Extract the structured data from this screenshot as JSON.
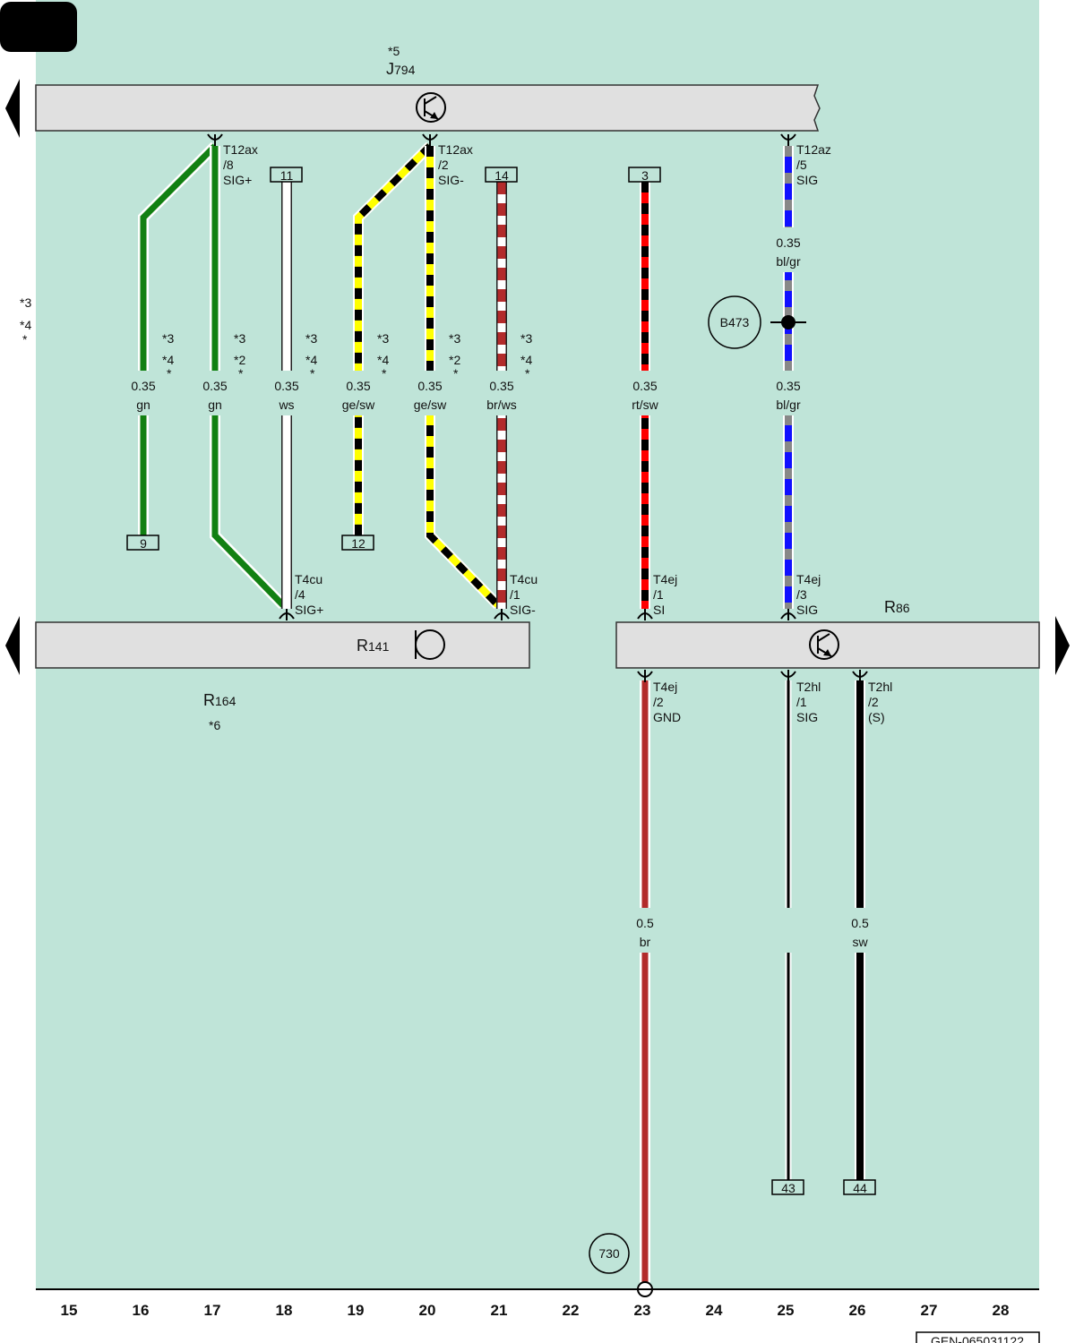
{
  "components": {
    "j794": {
      "note": "*5",
      "name": "J",
      "sub": "794"
    },
    "r141": {
      "name": "R",
      "sub": "141"
    },
    "r164": {
      "name": "R",
      "sub": "164",
      "note": "*6"
    },
    "r86": {
      "name": "R",
      "sub": "86"
    }
  },
  "left_notes": [
    "*3",
    "*4",
    "*"
  ],
  "pins": {
    "p16": {
      "conn": "T12ax",
      "pin": "/8",
      "sig": "SIG+"
    },
    "p20": {
      "conn": "T12ax",
      "pin": "/2",
      "sig": "SIG-"
    },
    "p26top": {
      "conn": "T12az",
      "pin": "/5",
      "sig": "SIG"
    },
    "r141a": {
      "conn": "T4cu",
      "pin": "/4",
      "sig": "SIG+"
    },
    "r141b": {
      "conn": "T4cu",
      "pin": "/1",
      "sig": "SIG-"
    },
    "r86a": {
      "conn": "T4ej",
      "pin": "/1",
      "sig": "SI"
    },
    "r86b": {
      "conn": "T4ej",
      "pin": "/3",
      "sig": "SIG"
    },
    "r86gnd": {
      "conn": "T4ej",
      "pin": "/2",
      "sig": "GND"
    },
    "t2a": {
      "conn": "T2hl",
      "pin": "/1",
      "sig": "SIG"
    },
    "t2b": {
      "conn": "T2hl",
      "pin": "/2",
      "sig": "(S)"
    }
  },
  "boxes": {
    "b9": "9",
    "b11": "11",
    "b12": "12",
    "b14": "14",
    "b3": "3",
    "b43": "43",
    "b44": "44"
  },
  "wires": [
    {
      "size": "0.35",
      "color": "gn",
      "notes": [
        "*3",
        "*4",
        "*"
      ]
    },
    {
      "size": "0.35",
      "color": "gn",
      "notes": [
        "*3",
        "*2",
        "*"
      ]
    },
    {
      "size": "0.35",
      "color": "ws",
      "notes": [
        "*3",
        "*4",
        "*"
      ]
    },
    {
      "size": "0.35",
      "color": "ge/sw",
      "notes": [
        "*3",
        "*4",
        "*"
      ]
    },
    {
      "size": "0.35",
      "color": "ge/sw",
      "notes": [
        "*3",
        "*2",
        "*"
      ]
    },
    {
      "size": "0.35",
      "color": "br/ws",
      "notes": [
        "*3",
        "*4",
        "*"
      ]
    },
    {
      "size": "0.35",
      "color": "rt/sw",
      "notes": []
    },
    {
      "size": "0.35",
      "color": "bl/gr",
      "notes": []
    },
    {
      "size": "0.35",
      "color": "bl/gr",
      "notes": []
    },
    {
      "size": "0.5",
      "color": "br",
      "notes": []
    },
    {
      "size": "0.5",
      "color": "sw",
      "notes": []
    }
  ],
  "splice": {
    "label": "B473"
  },
  "ground": {
    "label": "730"
  },
  "columns": [
    "15",
    "16",
    "17",
    "18",
    "19",
    "20",
    "21",
    "22",
    "23",
    "24",
    "25",
    "26",
    "27",
    "28"
  ],
  "footer_code": "GEN-065031122",
  "colors": {
    "background": "#bfe4d8",
    "bar": "#e0e0e0",
    "green": "#128012",
    "yellow": "#ffff00",
    "brown": "#b22b2b",
    "red": "#ff0000",
    "blue": "#1010ff",
    "gray": "#888888"
  }
}
